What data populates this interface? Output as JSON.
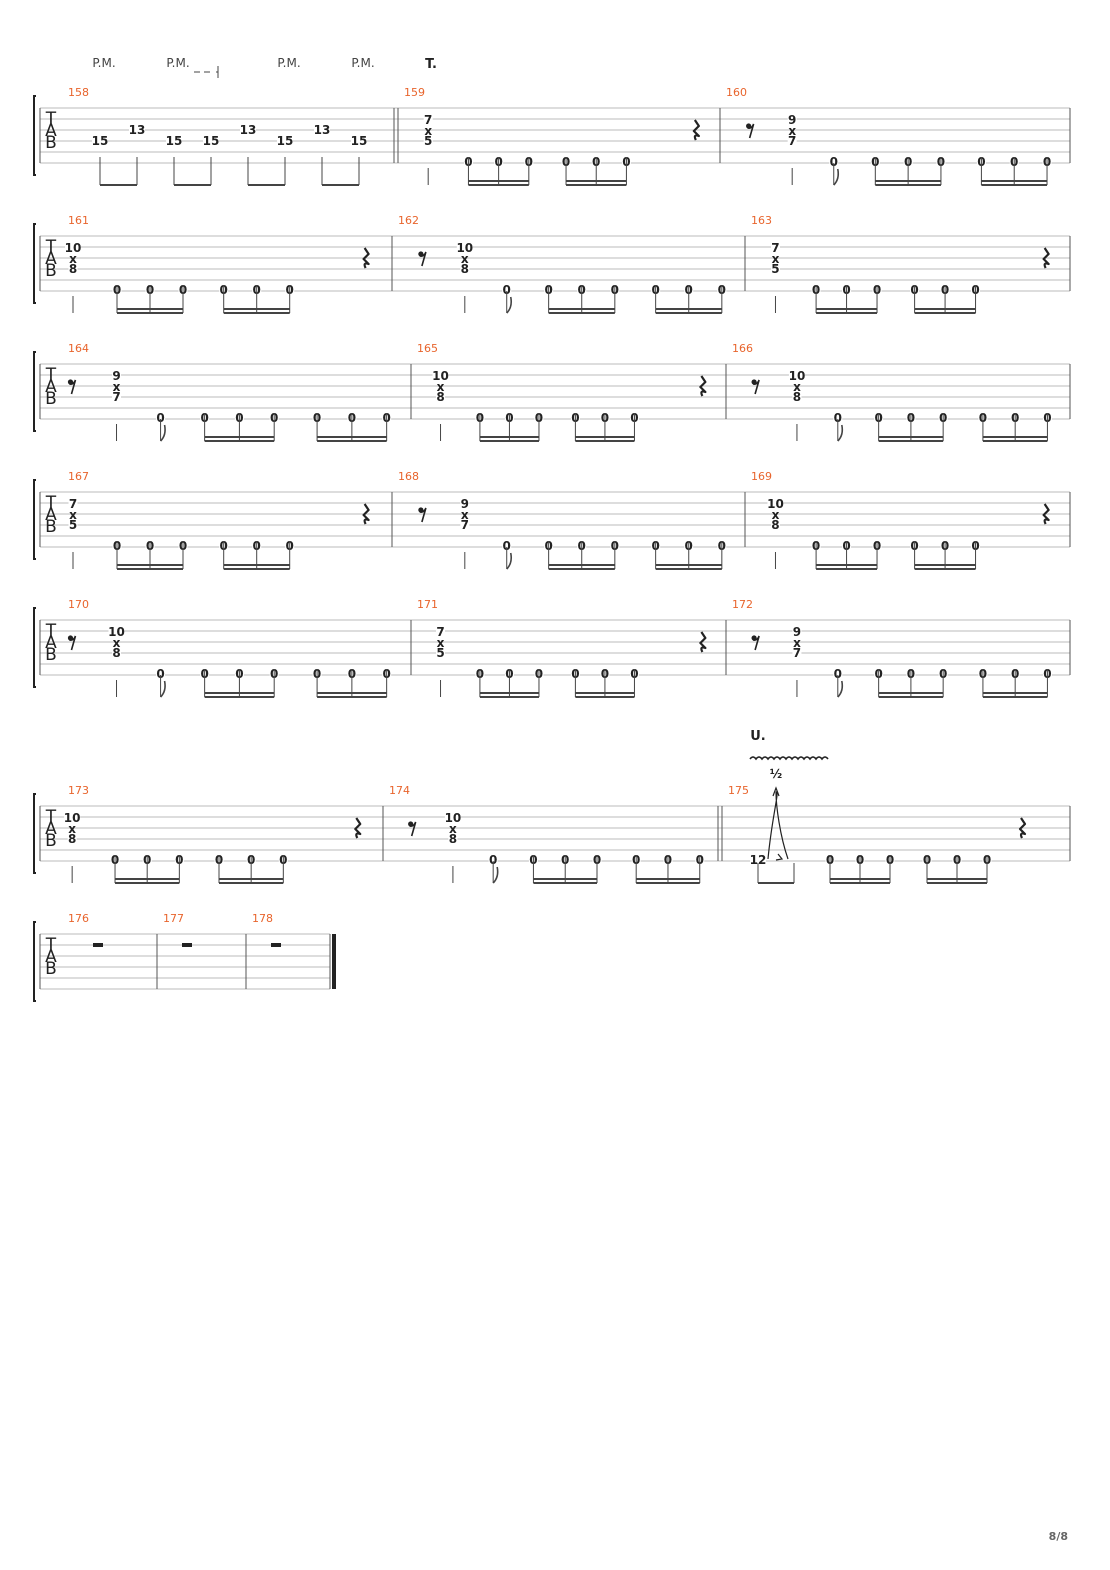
{
  "page_number": "8/8",
  "top_annotations": [
    "P.M.",
    "P.M.",
    "P.M.",
    "P.M.",
    "T."
  ],
  "vibrato_label": "U.",
  "bend_amount": "½",
  "tab_clef": [
    "T",
    "A",
    "B"
  ],
  "systems": [
    {
      "measures": [
        {
          "number": "158",
          "pattern": "pm_run",
          "notes": [
            {
              "s": 3,
              "f": "15"
            },
            {
              "s": 2,
              "f": "13"
            },
            {
              "s": 3,
              "f": "15"
            },
            {
              "s": 3,
              "f": "15"
            },
            {
              "s": 2,
              "f": "13"
            },
            {
              "s": 3,
              "f": "15"
            },
            {
              "s": 2,
              "f": "13"
            },
            {
              "s": 3,
              "f": "15"
            }
          ]
        },
        {
          "number": "159",
          "pattern": "chord_first",
          "chord": [
            "7",
            "x",
            "5"
          ]
        },
        {
          "number": "160",
          "pattern": "rest_first",
          "chord": [
            "9",
            "x",
            "7"
          ]
        }
      ]
    },
    {
      "measures": [
        {
          "number": "161",
          "pattern": "chord_first",
          "chord": [
            "10",
            "x",
            "8"
          ]
        },
        {
          "number": "162",
          "pattern": "rest_first",
          "chord": [
            "10",
            "x",
            "8"
          ]
        },
        {
          "number": "163",
          "pattern": "chord_first",
          "chord": [
            "7",
            "x",
            "5"
          ]
        }
      ]
    },
    {
      "measures": [
        {
          "number": "164",
          "pattern": "rest_first",
          "chord": [
            "9",
            "x",
            "7"
          ]
        },
        {
          "number": "165",
          "pattern": "chord_first",
          "chord": [
            "10",
            "x",
            "8"
          ]
        },
        {
          "number": "166",
          "pattern": "rest_first",
          "chord": [
            "10",
            "x",
            "8"
          ]
        }
      ]
    },
    {
      "measures": [
        {
          "number": "167",
          "pattern": "chord_first",
          "chord": [
            "7",
            "x",
            "5"
          ]
        },
        {
          "number": "168",
          "pattern": "rest_first",
          "chord": [
            "9",
            "x",
            "7"
          ]
        },
        {
          "number": "169",
          "pattern": "chord_first",
          "chord": [
            "10",
            "x",
            "8"
          ]
        }
      ]
    },
    {
      "measures": [
        {
          "number": "170",
          "pattern": "rest_first",
          "chord": [
            "10",
            "x",
            "8"
          ]
        },
        {
          "number": "171",
          "pattern": "chord_first",
          "chord": [
            "7",
            "x",
            "5"
          ]
        },
        {
          "number": "172",
          "pattern": "rest_first",
          "chord": [
            "9",
            "x",
            "7"
          ]
        }
      ]
    },
    {
      "measures": [
        {
          "number": "173",
          "pattern": "chord_first",
          "chord": [
            "10",
            "x",
            "8"
          ]
        },
        {
          "number": "174",
          "pattern": "rest_first",
          "chord": [
            "10",
            "x",
            "8"
          ]
        },
        {
          "number": "175",
          "pattern": "bend",
          "fret": "12"
        }
      ]
    },
    {
      "measures": [
        {
          "number": "176",
          "pattern": "whole_rest"
        },
        {
          "number": "177",
          "pattern": "whole_rest"
        },
        {
          "number": "178",
          "pattern": "whole_rest"
        }
      ]
    }
  ],
  "open_fret": "0"
}
